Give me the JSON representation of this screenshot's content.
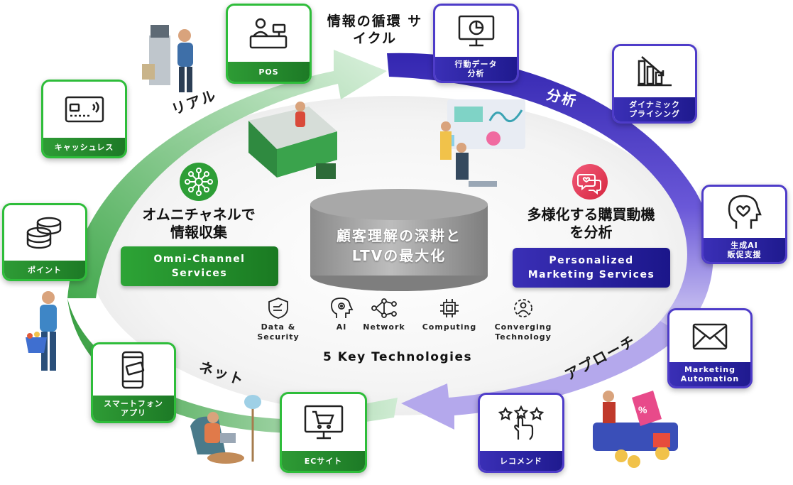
{
  "cycle_title": "情報の循環\nサイクル",
  "ring_labels": {
    "real": "リアル",
    "analysis": "分析",
    "approach": "アプローチ",
    "net": "ネット"
  },
  "cards": {
    "pos": "POS",
    "cashless": "キャッシュレス",
    "point": "ポイント",
    "smartphone_app": "スマートフォン\nアプリ",
    "ec_site": "ECサイト",
    "behavior_data": "行動データ\n分析",
    "dynamic_pricing": "ダイナミック\nプライシング",
    "generative_ai": "生成AI\n販促支援",
    "marketing_automation": "Marketing\nAutomation",
    "recommend": "レコメンド"
  },
  "left_heading": "オムニチャネルで\n情報収集",
  "left_pill": "Omni-Channel\nServices",
  "right_heading": "多様化する購買動機\nを分析",
  "right_pill": "Personalized\nMarketing Services",
  "center": "顧客理解の深耕と\nLTVの最大化",
  "technologies": {
    "title": "5 Key Technologies",
    "items": [
      "Data & Security",
      "AI",
      "Network",
      "Computing",
      "Converging\nTechnology"
    ]
  },
  "colors": {
    "green": "#2ebd3a",
    "dark_green": "#1d7a26",
    "purple": "#4e3cc9",
    "dark_purple": "#1f1a8f",
    "light_purple": "#a79ae6"
  }
}
